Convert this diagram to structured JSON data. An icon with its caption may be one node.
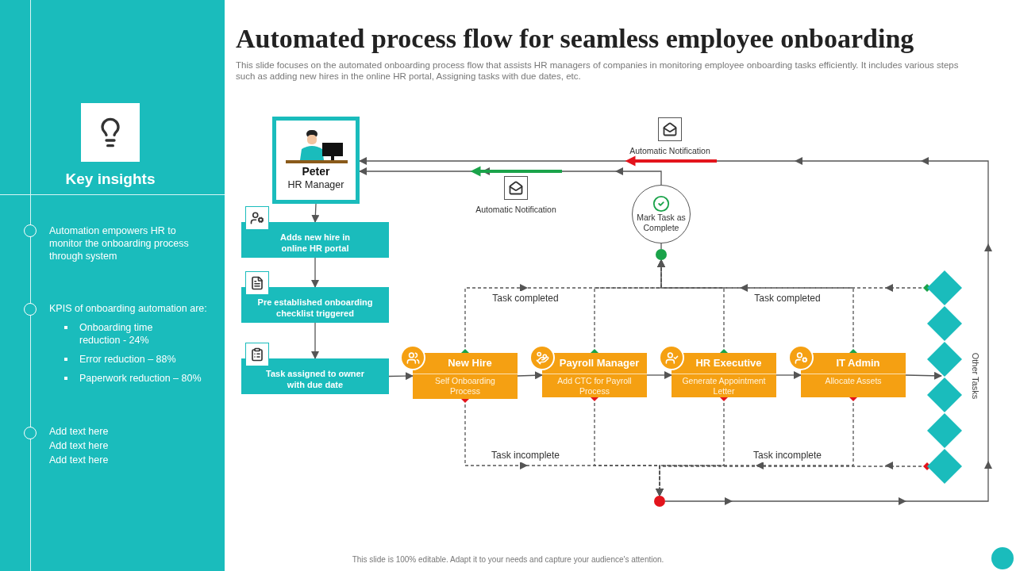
{
  "diagram": {
    "title": "Automated process flow for seamless employee onboarding",
    "caption": "This slide focuses on the automated onboarding process flow that assists HR managers of companies in monitoring employee onboarding tasks efficiently. It includes various steps such as adding new hires in the online HR portal, Assigning tasks with due dates, etc.",
    "nodes": [
      {
        "text": [
          "Peter",
          "HR Manager"
        ]
      },
      {
        "text": [
          "Mark Task as Complete"
        ]
      },
      {
        "text": [],
        "shape": "circle"
      },
      {
        "text": [
          "Adds new hire in online HR portal"
        ]
      },
      {
        "text": [
          "Pre established onboarding checklist triggered"
        ]
      },
      {
        "text": [
          "Task assigned to owner with due date"
        ]
      },
      {
        "text": [
          "New Hire",
          "Self Onboarding Process"
        ]
      },
      {
        "text": [
          "Payroll Manager",
          "Add CTC for Payroll Process"
        ]
      },
      {
        "text": [
          "HR Executive",
          "Generate Appointment Letter"
        ]
      },
      {
        "text": [
          "IT Admin",
          "Allocate Assets"
        ]
      },
      {
        "text": [],
        "shape": "diamond"
      },
      {
        "text": [],
        "shape": "diamond"
      },
      {
        "text": [],
        "shape": "diamond"
      },
      {
        "text": [],
        "shape": "diamond"
      },
      {
        "text": [],
        "shape": "diamond"
      },
      {
        "text": [],
        "shape": "diamond"
      },
      {
        "text": [],
        "shape": "circle"
      }
    ],
    "edges": [
      {
        "from": 0,
        "to": 3,
        "arrow": "to"
      },
      {
        "from": 3,
        "to": 4,
        "arrow": "to"
      },
      {
        "from": 4,
        "to": 5,
        "arrow": "to"
      },
      {
        "from": 5,
        "to": 6,
        "arrow": "to"
      },
      {
        "from": 6,
        "to": 7,
        "arrow": "to"
      },
      {
        "from": 7,
        "to": 8,
        "arrow": "to"
      },
      {
        "from": 8,
        "to": 9,
        "arrow": "to"
      },
      {
        "from": 9,
        "to": 12,
        "arrow": "to"
      },
      {
        "from": 6,
        "to": 2,
        "arrow": "to",
        "style": "dashed",
        "label": "Task completed"
      },
      {
        "from": 7,
        "to": 2,
        "arrow": "to",
        "style": "dashed"
      },
      {
        "from": 8,
        "to": 2,
        "arrow": "to",
        "style": "dashed"
      },
      {
        "from": 9,
        "to": 2,
        "arrow": "to",
        "style": "dashed",
        "label": "Task completed"
      },
      {
        "from": 10,
        "to": 2,
        "arrow": "to",
        "style": "dashed"
      },
      {
        "from": 6,
        "to": 16,
        "arrow": "to",
        "style": "dashed",
        "label": "Task incomplete"
      },
      {
        "from": 7,
        "to": 16,
        "arrow": "to",
        "style": "dashed"
      },
      {
        "from": 8,
        "to": 16,
        "arrow": "to",
        "style": "dashed"
      },
      {
        "from": 9,
        "to": 16,
        "arrow": "to",
        "style": "dashed",
        "label": "Task incomplete"
      },
      {
        "from": 15,
        "to": 16,
        "arrow": "to",
        "style": "dashed"
      },
      {
        "from": 2,
        "to": 1,
        "arrow": "none"
      },
      {
        "from": 1,
        "to": 0,
        "arrow": "to"
      },
      {
        "from": 16,
        "to": 0,
        "arrow": "to"
      }
    ],
    "labels": [
      "Key insights",
      "Automation empowers HR to monitor the onboarding process through system",
      "KPIS of onboarding automation are:",
      "Onboarding time reduction -  24%",
      "Error reduction – 88%",
      "Paperwork reduction – 80%",
      "Add text here",
      "Add text here",
      "Add text here",
      "Automatic Notification",
      "Automatic Notification",
      "Other Tasks",
      "This slide is 100% editable. Adapt it to your needs and capture your audience's attention."
    ]
  }
}
